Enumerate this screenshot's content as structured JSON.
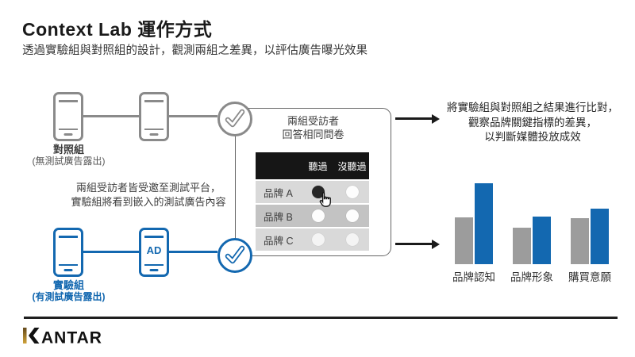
{
  "header": {
    "title": "Context Lab 運作方式",
    "subtitle": "透過實驗組與對照組的設計，觀測兩組之差異，以評估廣告曝光效果"
  },
  "control_group": {
    "name": "對照組",
    "note": "(無測試廣告露出)"
  },
  "exposed_group": {
    "name": "實驗組",
    "note": "(有測試廣告露出)",
    "ad_badge": "AD"
  },
  "invite_text": {
    "line1": "兩組受訪者皆受邀至測試平台，",
    "line2": "實驗組將看到嵌入的測試廣告內容"
  },
  "survey_panel": {
    "title_line1": "兩組受訪者",
    "title_line2": "回答相同問卷",
    "columns": [
      "聽過",
      "沒聽過"
    ],
    "rows": [
      {
        "label": "品牌 A",
        "selected": "聽過"
      },
      {
        "label": "品牌 B",
        "selected": null
      },
      {
        "label": "品牌 C",
        "selected": null
      }
    ]
  },
  "result_text": {
    "line1": "將實驗組與對照組之結果進行比對，",
    "line2": "觀察品牌關鍵指標的差異，",
    "line3": "以判斷媒體投放成效"
  },
  "chart_data": {
    "type": "bar",
    "categories": [
      "品牌認知",
      "品牌形象",
      "購買意願"
    ],
    "series": [
      {
        "name": "對照組",
        "color": "#9c9c9c",
        "values": [
          59,
          46,
          58
        ]
      },
      {
        "name": "實驗組",
        "color": "#1368b0",
        "values": [
          102,
          60,
          70
        ]
      }
    ],
    "ylabel": "",
    "xlabel": "",
    "legend": "none",
    "grid": false,
    "note": "values are relative bar heights in px"
  },
  "brand": {
    "wordmark": "KANTAR",
    "after_k": "ANTAR"
  },
  "colors": {
    "accent_blue": "#1368b0",
    "neutral_gray": "#8a8a8a",
    "table_header": "#161616",
    "row_light": "#d9d9d9",
    "row_mid": "#c3c3c3"
  }
}
